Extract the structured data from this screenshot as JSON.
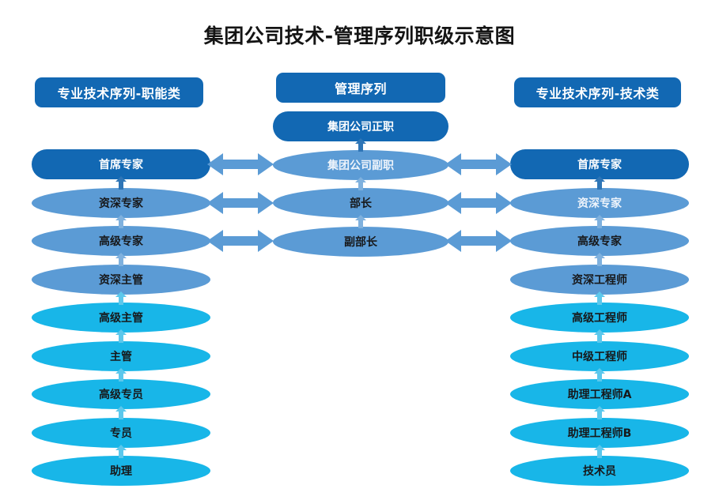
{
  "title": "集团公司技术-管理序列职级示意图",
  "colors": {
    "header": "#1268B3",
    "tone_dark": "#1268B3",
    "tone_mid": "#5B9BD5",
    "tone_cyan": "#18B6E8",
    "arrow_blue": "#5B9BD5",
    "background": "#FFFFFF",
    "title_text": "#141414"
  },
  "columns": {
    "left": {
      "header": "专业技术序列-职能类",
      "items": [
        {
          "label": "首席专家",
          "tone": "dark"
        },
        {
          "label": "资深专家",
          "tone": "mid"
        },
        {
          "label": "高级专家",
          "tone": "mid"
        },
        {
          "label": "资深主管",
          "tone": "mid"
        },
        {
          "label": "高级主管",
          "tone": "cyan"
        },
        {
          "label": "主管",
          "tone": "cyan"
        },
        {
          "label": "高级专员",
          "tone": "cyan"
        },
        {
          "label": "专员",
          "tone": "cyan"
        },
        {
          "label": "助理",
          "tone": "cyan"
        }
      ]
    },
    "center": {
      "header": "管理序列",
      "items": [
        {
          "label": "集团公司正职",
          "tone": "dark"
        },
        {
          "label": "集团公司副职",
          "tone": "mid"
        },
        {
          "label": "部长",
          "tone": "mid"
        },
        {
          "label": "副部长",
          "tone": "mid"
        }
      ]
    },
    "right": {
      "header": "专业技术序列-技术类",
      "items": [
        {
          "label": "首席专家",
          "tone": "dark"
        },
        {
          "label": "资深专家",
          "tone": "mid"
        },
        {
          "label": "高级专家",
          "tone": "mid"
        },
        {
          "label": "资深工程师",
          "tone": "mid"
        },
        {
          "label": "高级工程师",
          "tone": "cyan"
        },
        {
          "label": "中级工程师",
          "tone": "cyan"
        },
        {
          "label": "助理工程师A",
          "tone": "cyan"
        },
        {
          "label": "助理工程师B",
          "tone": "cyan"
        },
        {
          "label": "技术员",
          "tone": "cyan"
        }
      ]
    }
  },
  "cross_links": [
    {
      "left_item": "首席专家",
      "center_item": "集团公司副职",
      "right_item": "首席专家"
    },
    {
      "left_item": "资深专家",
      "center_item": "部长",
      "right_item": "资深专家"
    },
    {
      "left_item": "高级专家",
      "center_item": "副部长",
      "right_item": "高级专家"
    }
  ]
}
